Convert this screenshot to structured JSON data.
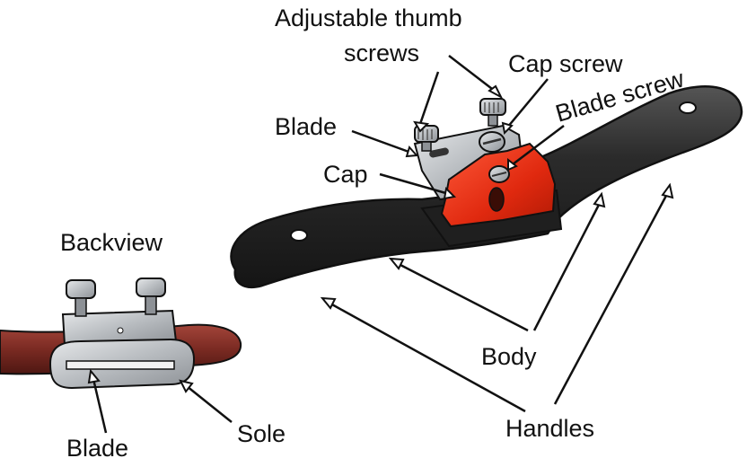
{
  "labels": {
    "adjustable_thumb_screws_line1": "Adjustable thumb",
    "adjustable_thumb_screws_line2": "screws",
    "cap_screw": "Cap screw",
    "blade_screw": "Blade screw",
    "blade_top": "Blade",
    "cap": "Cap",
    "backview": "Backview",
    "body": "Body",
    "handles": "Handles",
    "sole": "Sole",
    "blade_bottom": "Blade"
  },
  "colors": {
    "handle_black": "#2b2b2b",
    "cap_red": "#e0290f",
    "back_handle": "#7a2a22",
    "metal": "#b8bcc0",
    "outline": "#111111"
  }
}
